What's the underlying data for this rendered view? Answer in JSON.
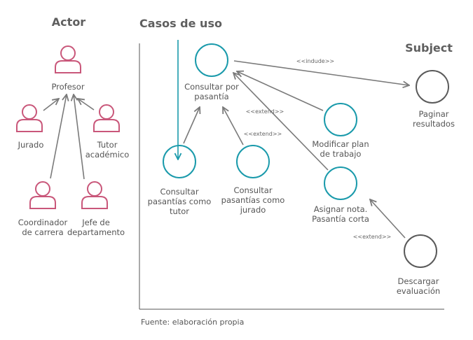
{
  "headings": {
    "actor": "Actor",
    "use_cases": "Casos de uso",
    "subject": "Subject"
  },
  "actors": {
    "profesor": "Profesor",
    "jurado": "Jurado",
    "tutor": [
      "Tutor",
      "académico"
    ],
    "coordinador": [
      "Coordinador",
      "de carrera"
    ],
    "jefe": [
      "Jefe de",
      "departamento"
    ]
  },
  "use_cases": {
    "consultar_pasantia": [
      "Consultar por",
      "pasantía"
    ],
    "consultar_tutor": [
      "Consultar",
      "pasantías como",
      "tutor"
    ],
    "consultar_jurado": [
      "Consultar",
      "pasantías como",
      "jurado"
    ],
    "modificar_plan": [
      "Modificar plan",
      "de trabajo"
    ],
    "asignar_nota": [
      "Asignar nota.",
      "Pasantía corta"
    ],
    "paginar": [
      "Paginar",
      "resultados"
    ],
    "descargar": [
      "Descargar",
      "evaluación"
    ]
  },
  "stereotypes": {
    "include": "<<indude>>",
    "extend_modificar": "<<extend>>",
    "extend_jurado": "<<extend>>",
    "extend_descargar": "<<extend>>"
  },
  "source": "Fuente: elaboración propia",
  "colors": {
    "actor": "#c9577a",
    "use_case_teal": "#1a9aab",
    "use_case_gray": "#5a5a5a",
    "arrow_gray": "#7a7a7a",
    "heading": "#5f5f5f"
  }
}
